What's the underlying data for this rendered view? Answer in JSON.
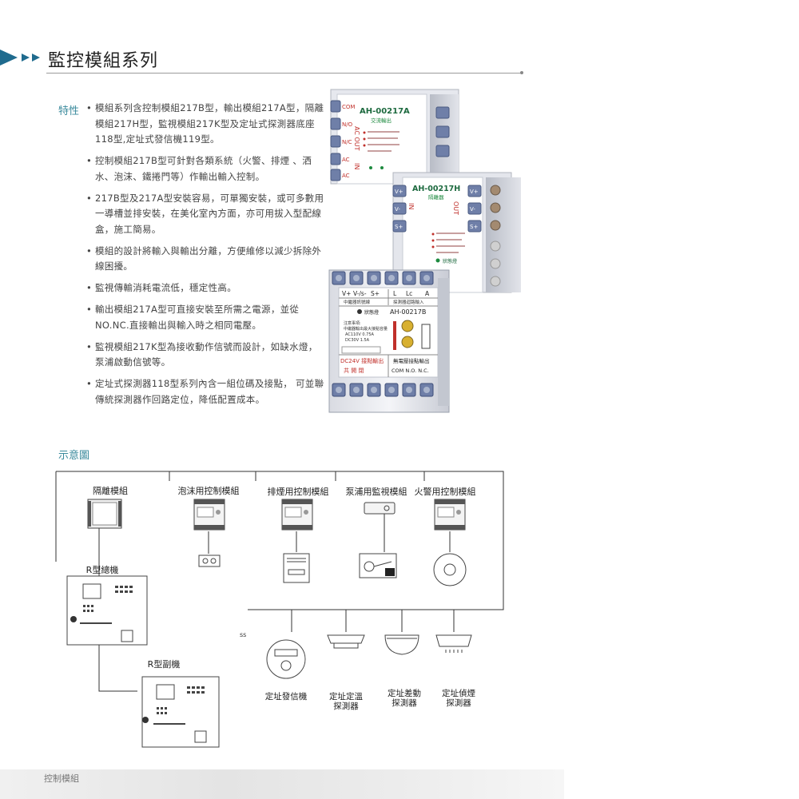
{
  "header": {
    "title": "監控模組系列"
  },
  "features": {
    "label": "特性",
    "items": [
      "模組系列含控制模組217B型，輸出模組217A型，隔離模組217H型，監視模組217K型及定址式探測器底座118型,定址式發信機119型。",
      "控制模組217B型可針對各類系統（火警、排煙 、洒水、泡沫、鐵捲門等）作輸出輸入控制。",
      "217B型及217A型安裝容易，可單獨安裝，或可多數用一導槽並排安裝，在美化室內方面，亦可用拔入型配線盒，施工簡易。",
      "模組的設計將輸入與輸出分離，方便維修以減少拆除外線困擾。",
      "監視傳輸消耗電流低，穩定性高。",
      "輸出模組217A型可直接安裝至所需之電源，並從NO.NC.直接輸出與輸入時之相同電壓。",
      "監視模組217K型為接收動作信號而設計，如缺水燈，泵浦啟動信號等。",
      "定址式探測器118型系列內含一組位碼及接點， 可並聯傳統探測器作回路定位，降低配置成本。"
    ]
  },
  "photo": {
    "module_a": {
      "model": "AH-00217A",
      "sub": "交流輸出",
      "terms_left": [
        "COM",
        "N/O",
        "N/C",
        "AC",
        "AC"
      ],
      "side_left": "AC OUT",
      "side_in": "IN"
    },
    "module_h": {
      "model": "AH-00217H",
      "sub": "隔離器",
      "terms_left": [
        "V+",
        "V-",
        "S+"
      ],
      "terms_right": [
        "V+",
        "V-",
        "S+"
      ],
      "side_in": "IN",
      "side_out": "OUT",
      "status": "狀態燈"
    },
    "module_b": {
      "top_labels": [
        "V+",
        "V-/s-",
        "S+",
        "L",
        "Lc",
        "A"
      ],
      "row1_left": "中繼器訊號線",
      "row1_right": "探測器迴路輸入",
      "status": "狀態燈",
      "model": "AH-00217B",
      "notes_title": "注意事項:",
      "note1": "中繼器輸出最大接點容量",
      "note2": "AC110V  0.75A",
      "note3": "DC30V  1.5A",
      "bottom_left_1": "DC24V 接點輸出",
      "bottom_left_2": "共 開 閉",
      "bottom_right_1": "無電壓接點輸出",
      "bottom_right_2": "COM N.O. N.C."
    }
  },
  "diagram": {
    "label": "示意圖",
    "modules": [
      "隔離模組",
      "泡沫用控制模組",
      "排煙用控制模組",
      "泵浦用監視模組",
      "火警用控制模組"
    ],
    "main_panel": "R型總機",
    "sub_panel": "R型副機",
    "loop_mark": "ss",
    "devices": [
      {
        "line1": "定址發信機",
        "line2": ""
      },
      {
        "line1": "定址定溫",
        "line2": "探測器"
      },
      {
        "line1": "定址差動",
        "line2": "探測器"
      },
      {
        "line1": "定址偵煙",
        "line2": "探測器"
      }
    ]
  },
  "footer": {
    "text": "控制模組"
  },
  "colors": {
    "accent": "#3a8a9c",
    "arrow_blue": "#1f6b8e",
    "red_label": "#c0302b",
    "green_label": "#1d8a3f"
  }
}
